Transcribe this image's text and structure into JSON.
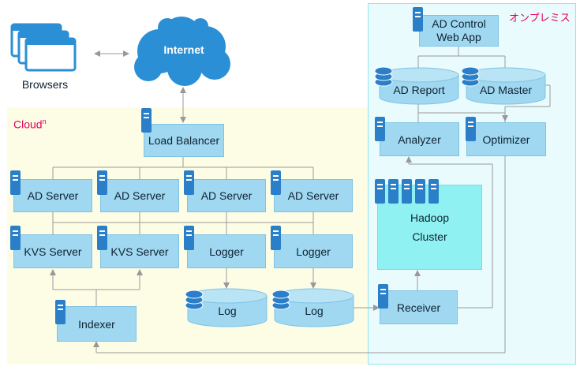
{
  "regions": {
    "cloud_label_main": "Cloud",
    "cloud_label_sup": "n",
    "onpremise_label": "オンプレミス"
  },
  "internet": {
    "label": "Internet"
  },
  "browsers": {
    "label": "Browsers"
  },
  "cloud_nodes": {
    "load_balancer": "Load Balancer",
    "ad_server": "AD Server",
    "kvs_server": "KVS Server",
    "logger": "Logger",
    "log": "Log",
    "indexer": "Indexer"
  },
  "onprem_nodes": {
    "ad_control_line1": "AD Control",
    "ad_control_line2": "Web App",
    "ad_report": "AD Report",
    "ad_master": "AD Master",
    "analyzer": "Analyzer",
    "optimizer": "Optimizer",
    "hadoop_line1": "Hadoop",
    "hadoop_line2": "Cluster",
    "receiver": "Receiver"
  },
  "colors": {
    "cloud_bg": "#fdfde6",
    "onprem_bg": "#eafbfd",
    "onprem_border": "#8fe6f0",
    "node_fill": "#9fd8f0",
    "cluster_fill": "#8ff1f1",
    "server_icon": "#2a7fc8",
    "cloud_shape": "#2b8fd6",
    "region_label": "#e0005a",
    "connector": "#999999"
  }
}
